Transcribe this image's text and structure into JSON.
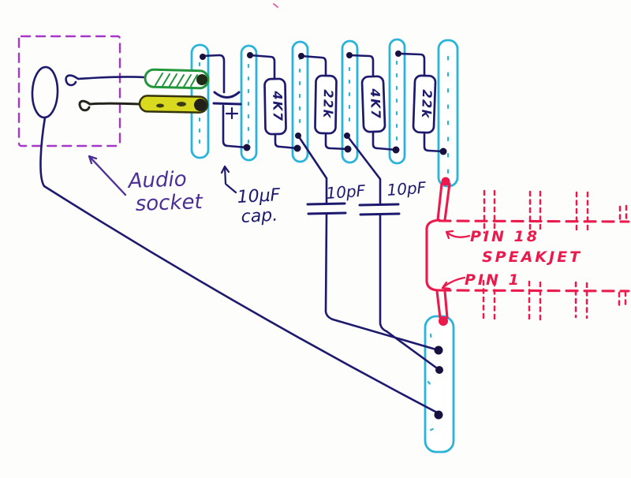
{
  "colors": {
    "paper": "#fdfdfb",
    "wire": "#1d1a6e",
    "dot": "#171140",
    "strip": "#2ab4d9",
    "chip": "#ea1a4d",
    "socket_box": "#a637c9",
    "label_purple": "#4b2f97",
    "plug_green": "#23963c",
    "plug_yellow": "#d9d920",
    "pink_mark": "#d86aa8"
  },
  "labels": {
    "audio1": "Audio",
    "audio2": "socket",
    "cap10uf1": "10μF",
    "cap10uf2": "cap.",
    "cap10uf_plus": "+",
    "cap10pf1": "10pF",
    "cap10pf2": "10pF",
    "resistor1": "4K7",
    "resistor2": "22k",
    "resistor3": "4K7",
    "resistor4": "22k",
    "pin18": "PIN 18",
    "chip": "SPEAKJET",
    "pin1": "PIN 1"
  }
}
